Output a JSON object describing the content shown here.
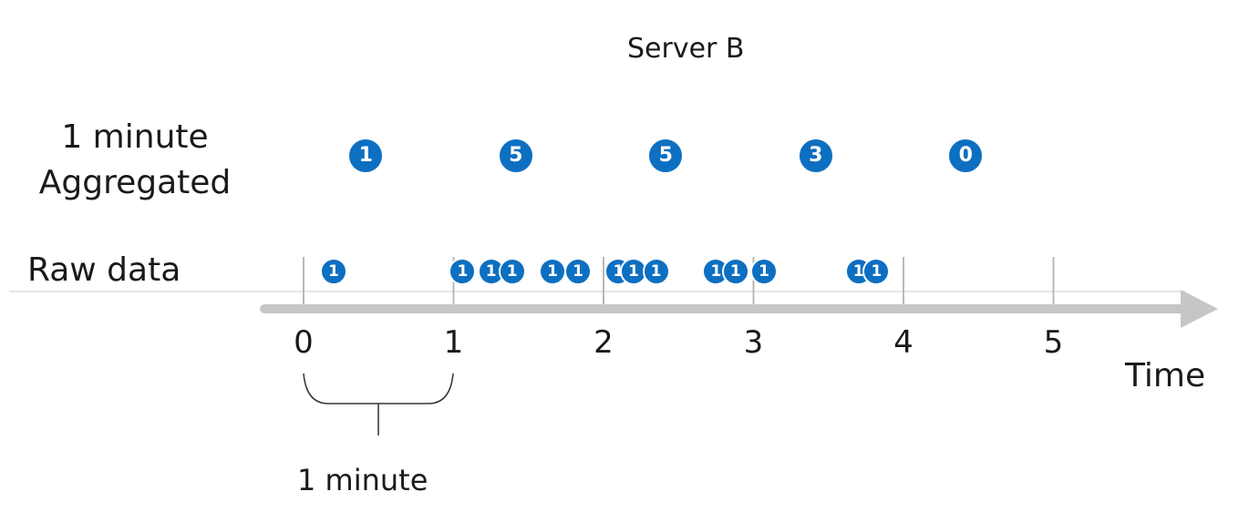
{
  "title": "Server B",
  "labels": {
    "aggregated_line1": "1 minute",
    "aggregated_line2": "Aggregated",
    "raw": "Raw data",
    "time": "Time",
    "interval": "1 minute"
  },
  "axis": {
    "ticks": [
      "0",
      "1",
      "2",
      "3",
      "4",
      "5"
    ]
  },
  "aggregated": [
    {
      "minute": 0.5,
      "value": "1"
    },
    {
      "minute": 1.5,
      "value": "5"
    },
    {
      "minute": 2.5,
      "value": "5"
    },
    {
      "minute": 3.5,
      "value": "3"
    },
    {
      "minute": 4.5,
      "value": "0"
    }
  ],
  "raw": [
    {
      "t": 0.2,
      "value": "1"
    },
    {
      "t": 1.06,
      "value": "1"
    },
    {
      "t": 1.25,
      "value": "1"
    },
    {
      "t": 1.39,
      "value": "1"
    },
    {
      "t": 1.66,
      "value": "1"
    },
    {
      "t": 1.83,
      "value": "1"
    },
    {
      "t": 2.1,
      "value": "1"
    },
    {
      "t": 2.2,
      "value": "1"
    },
    {
      "t": 2.35,
      "value": "1"
    },
    {
      "t": 2.75,
      "value": "1"
    },
    {
      "t": 2.88,
      "value": "1"
    },
    {
      "t": 3.07,
      "value": "1"
    },
    {
      "t": 3.7,
      "value": "1"
    },
    {
      "t": 3.82,
      "value": "1"
    }
  ],
  "colors": {
    "dot": "#0d6fc1",
    "axis": "#c6c6c6",
    "tick": "#b8b8b8",
    "baseline": "#e6e6e6"
  }
}
